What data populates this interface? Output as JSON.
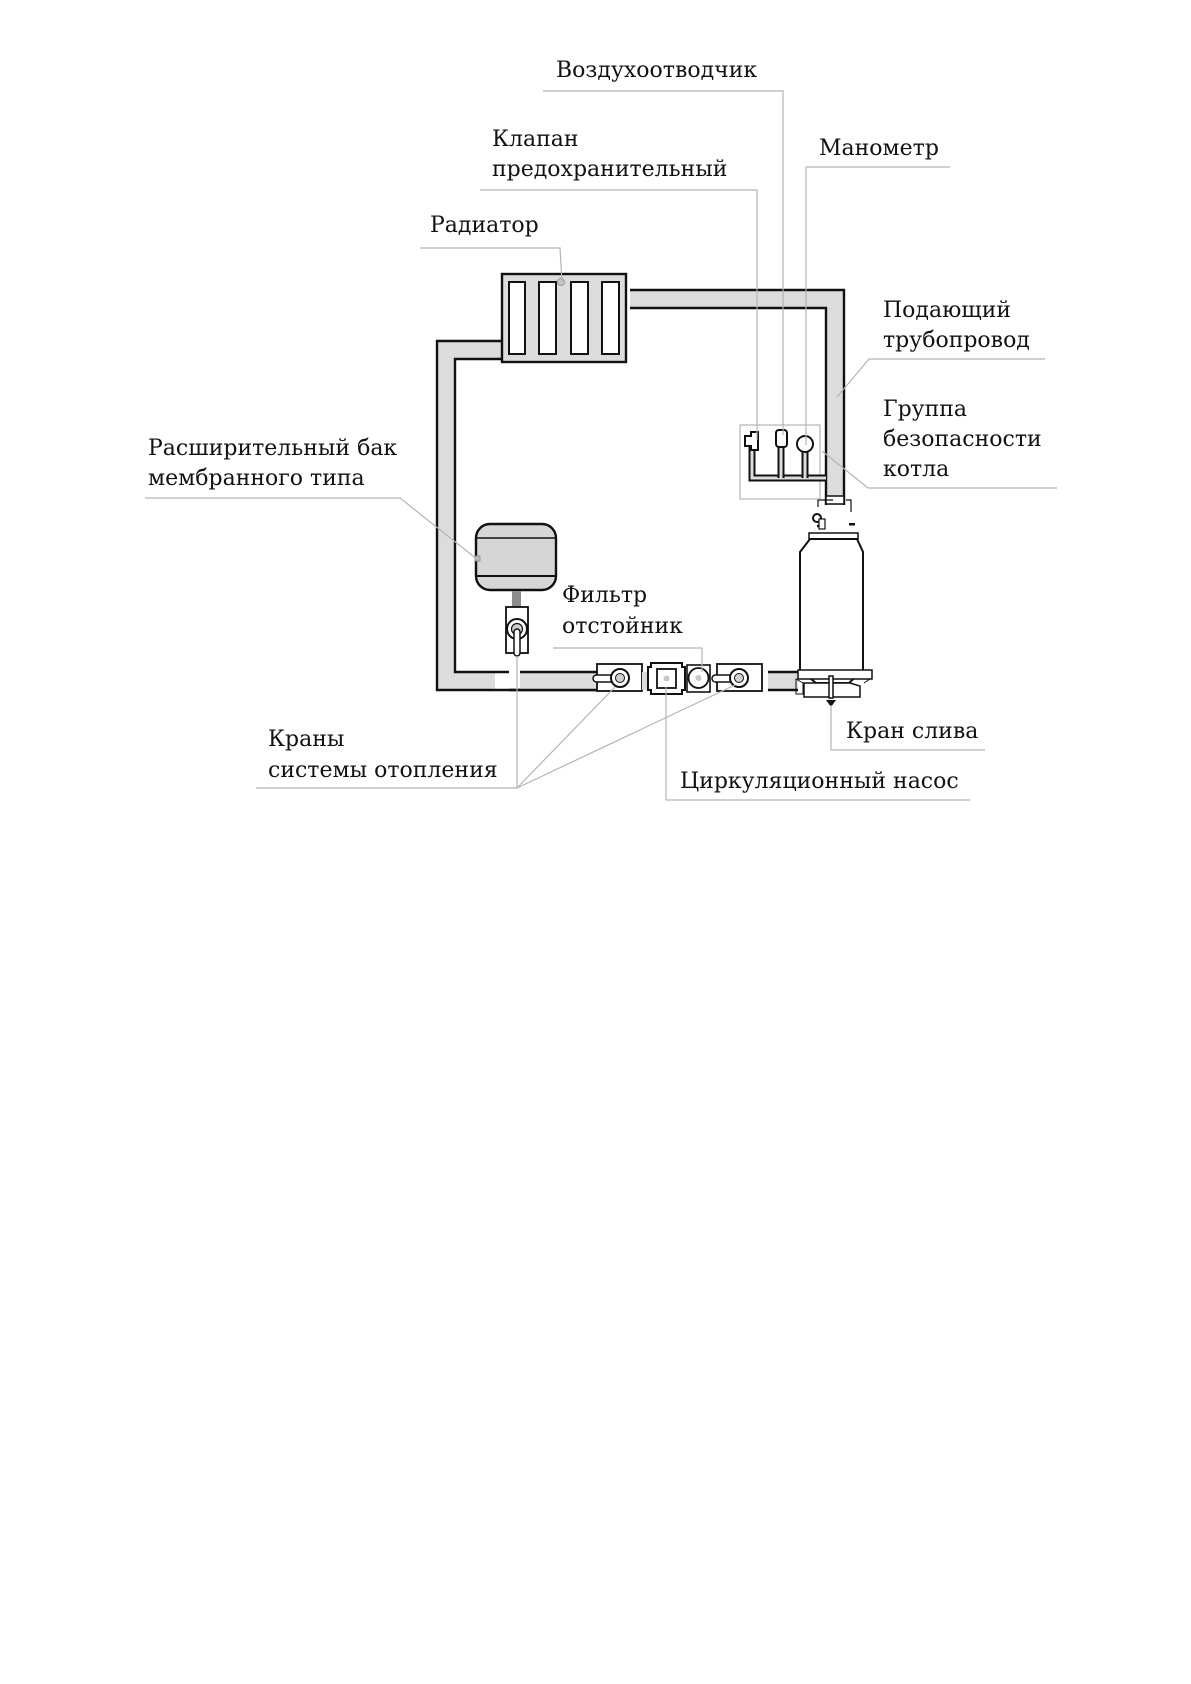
{
  "diagram": {
    "title": "Схема системы отопления с котлом",
    "colors": {
      "pipe_fill": "#dcdcdc",
      "outline": "#111111",
      "leader": "#b4b4b4",
      "tank_neck": "#8c8c8c"
    },
    "labels": {
      "air_vent": "Воздухоотводчик",
      "safety_valve_1": "Клапан",
      "safety_valve_2": "предохранительный",
      "manometer": "Манометр",
      "radiator": "Радиатор",
      "supply_pipe_1": "Подающий",
      "supply_pipe_2": "трубопровод",
      "safety_group_1": "Группа",
      "safety_group_2": "безопасности",
      "safety_group_3": "котла",
      "expansion_tank_1": "Расширительный бак",
      "expansion_tank_2": "мембранного типа",
      "filter_1": "Фильтр",
      "filter_2": "отстойник",
      "valves_1": "Краны",
      "valves_2": "системы отопления",
      "drain_valve": "Кран слива",
      "circulation_pump": "Циркуляционный насос"
    },
    "components": [
      {
        "id": "radiator",
        "sections": 4
      },
      {
        "id": "expansion-tank"
      },
      {
        "id": "sediment-filter"
      },
      {
        "id": "shutoff-valve",
        "count": 3
      },
      {
        "id": "circulation-pump"
      },
      {
        "id": "boiler"
      },
      {
        "id": "safety-group",
        "devices": [
          "air-vent",
          "safety-valve",
          "manometer"
        ]
      },
      {
        "id": "drain-valve"
      }
    ]
  }
}
